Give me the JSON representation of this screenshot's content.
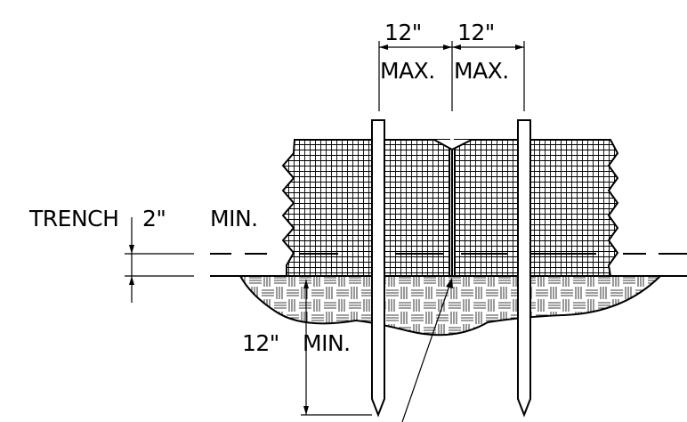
{
  "labels": {
    "spacing_left": "12\"",
    "spacing_right": "12\"",
    "max_left": "MAX.",
    "max_right": "MAX.",
    "trench": "TRENCH",
    "trench_depth": "2\"",
    "trench_min": "MIN.",
    "embed_depth": "12\"",
    "embed_min": "MIN."
  }
}
